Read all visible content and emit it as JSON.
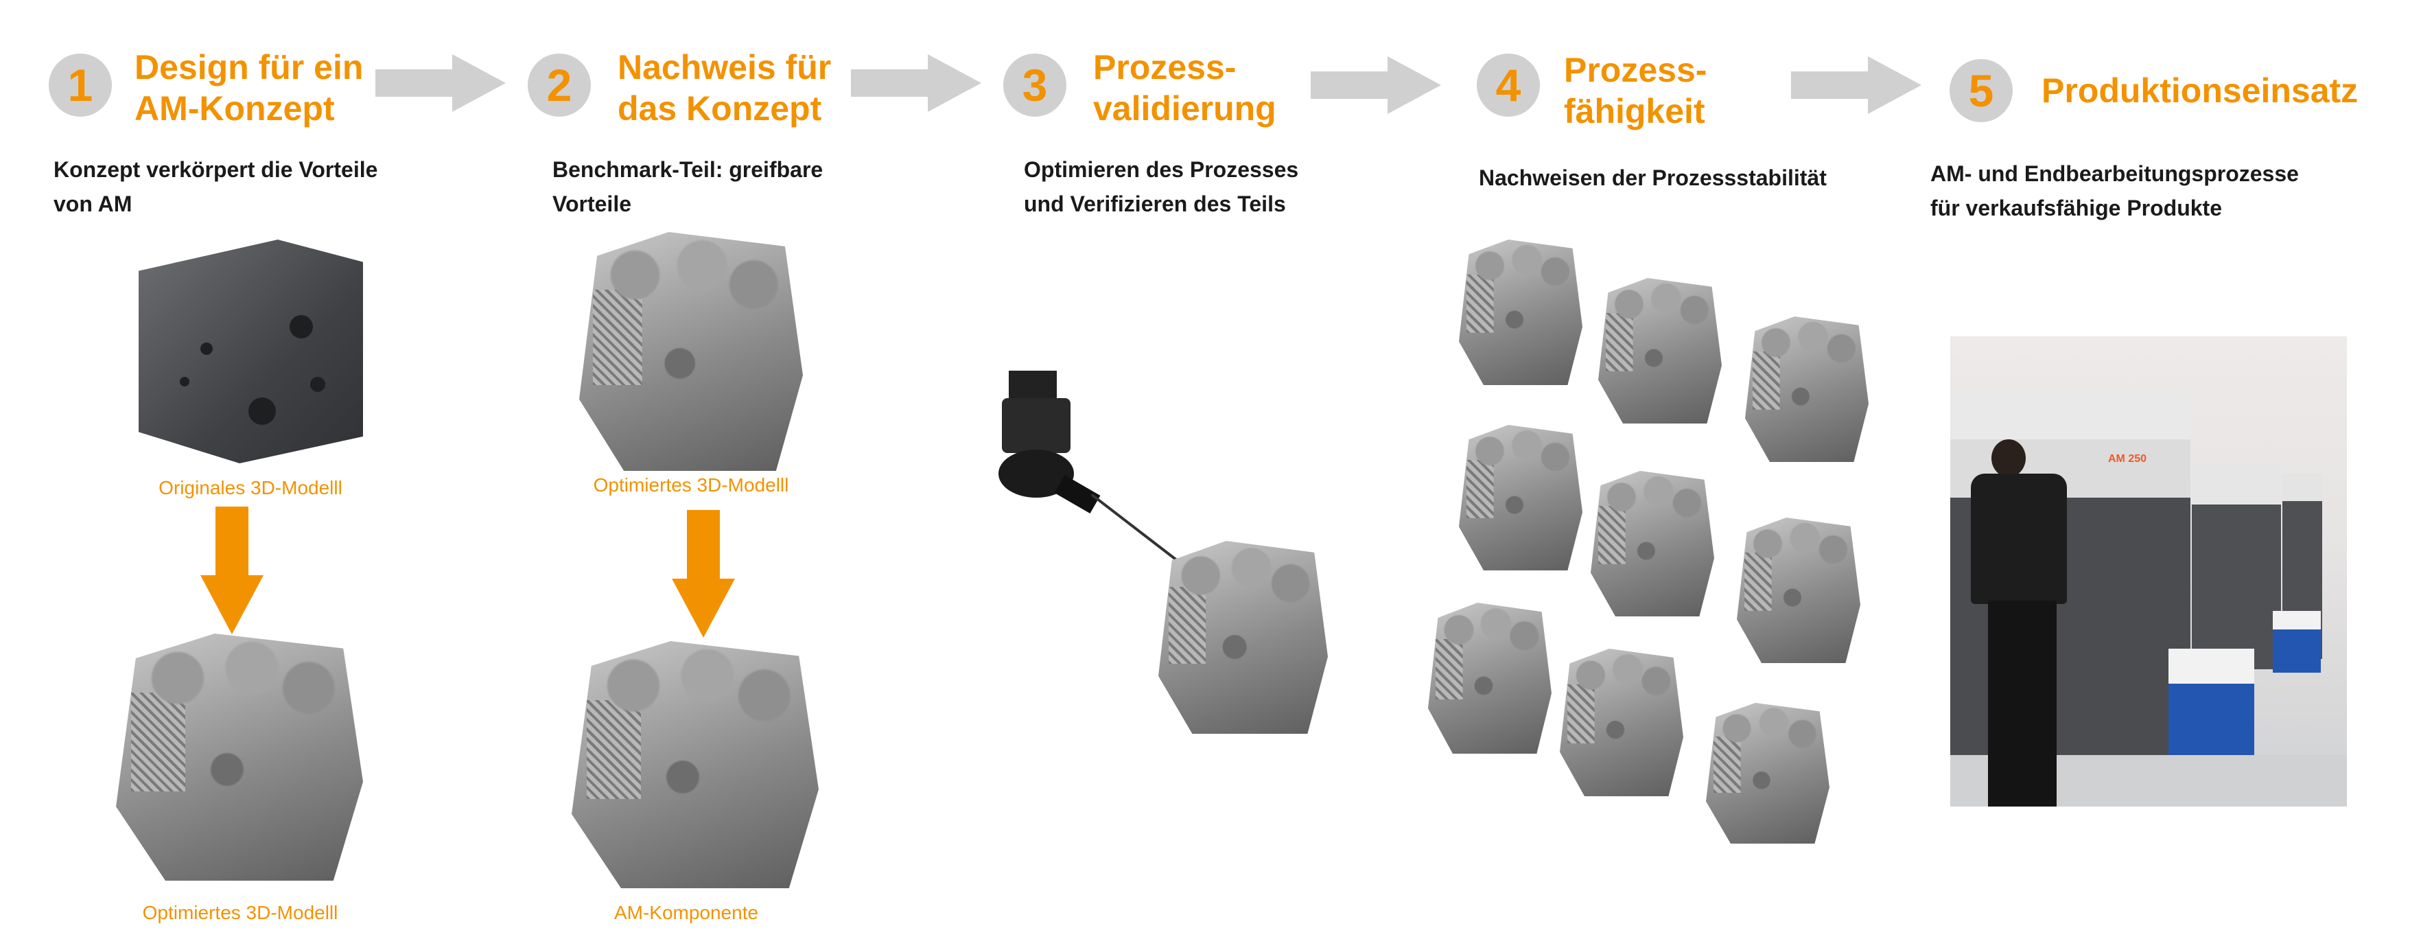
{
  "colors": {
    "accent": "#f39200",
    "step_circle": "#d0d0d0",
    "flow_arrow": "#d0d0d0",
    "text": "#1a1a1a"
  },
  "steps": [
    {
      "number": "1",
      "title_lines": [
        "Design für ein",
        "AM-Konzept"
      ],
      "subtitle_lines": [
        "Konzept verkörpert die Vorteile",
        "von AM"
      ],
      "captions": [
        "Originales 3D-Modelll",
        "Optimiertes 3D-Modelll"
      ]
    },
    {
      "number": "2",
      "title_lines": [
        "Nachweis für",
        "das Konzept"
      ],
      "subtitle_lines": [
        "Benchmark-Teil: greifbare",
        "Vorteile"
      ],
      "captions": [
        "Optimiertes 3D-Modelll",
        "AM-Komponente"
      ]
    },
    {
      "number": "3",
      "title_lines": [
        "Prozess-",
        "validierung"
      ],
      "subtitle_lines": [
        "Optimieren des Prozesses",
        "und Verifizieren des Teils"
      ]
    },
    {
      "number": "4",
      "title_lines": [
        "Prozess-",
        "fähigkeit"
      ],
      "subtitle_lines": [
        "Nachweisen der Prozessstabilität"
      ]
    },
    {
      "number": "5",
      "title_lines": [
        "Produktionseinsatz"
      ],
      "subtitle_lines": [
        "AM- und Endbearbeitungsprozesse",
        "für verkaufsfähige Produkte"
      ]
    }
  ],
  "photo": {
    "machine_label": "AM 250"
  },
  "icons": {
    "flow_arrow": "arrow-right-icon",
    "down_arrow": "arrow-down-icon"
  }
}
